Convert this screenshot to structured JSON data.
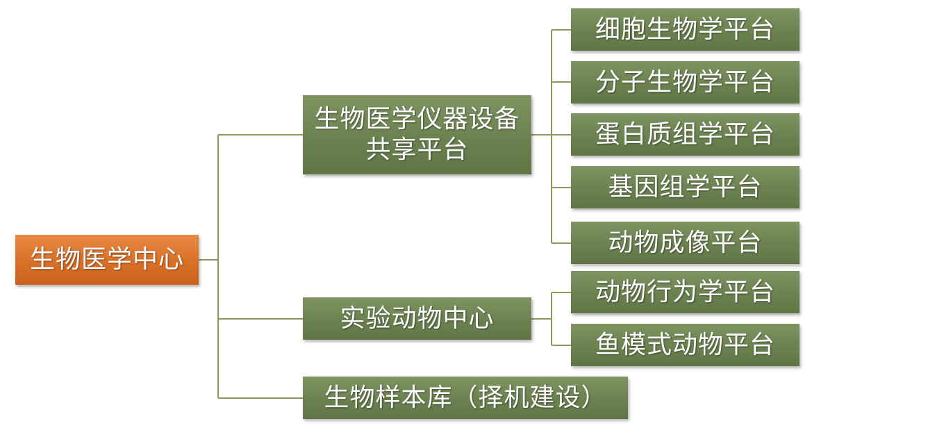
{
  "diagram": {
    "root": {
      "label": "生物医学中心",
      "color": "#d97028"
    },
    "branches": [
      {
        "label_lines": [
          "生物医学仪器设备",
          "共享平台"
        ],
        "children": [
          "细胞生物学平台",
          "分子生物学平台",
          "蛋白质组学平台",
          "基因组学平台",
          "动物成像平台"
        ]
      },
      {
        "label": "实验动物中心",
        "children": [
          "动物行为学平台",
          "鱼模式动物平台"
        ]
      },
      {
        "label": "生物样本库（择机建设）",
        "children": []
      }
    ],
    "node_color": "#6b8250",
    "connector_color": "#8a9a5b"
  }
}
